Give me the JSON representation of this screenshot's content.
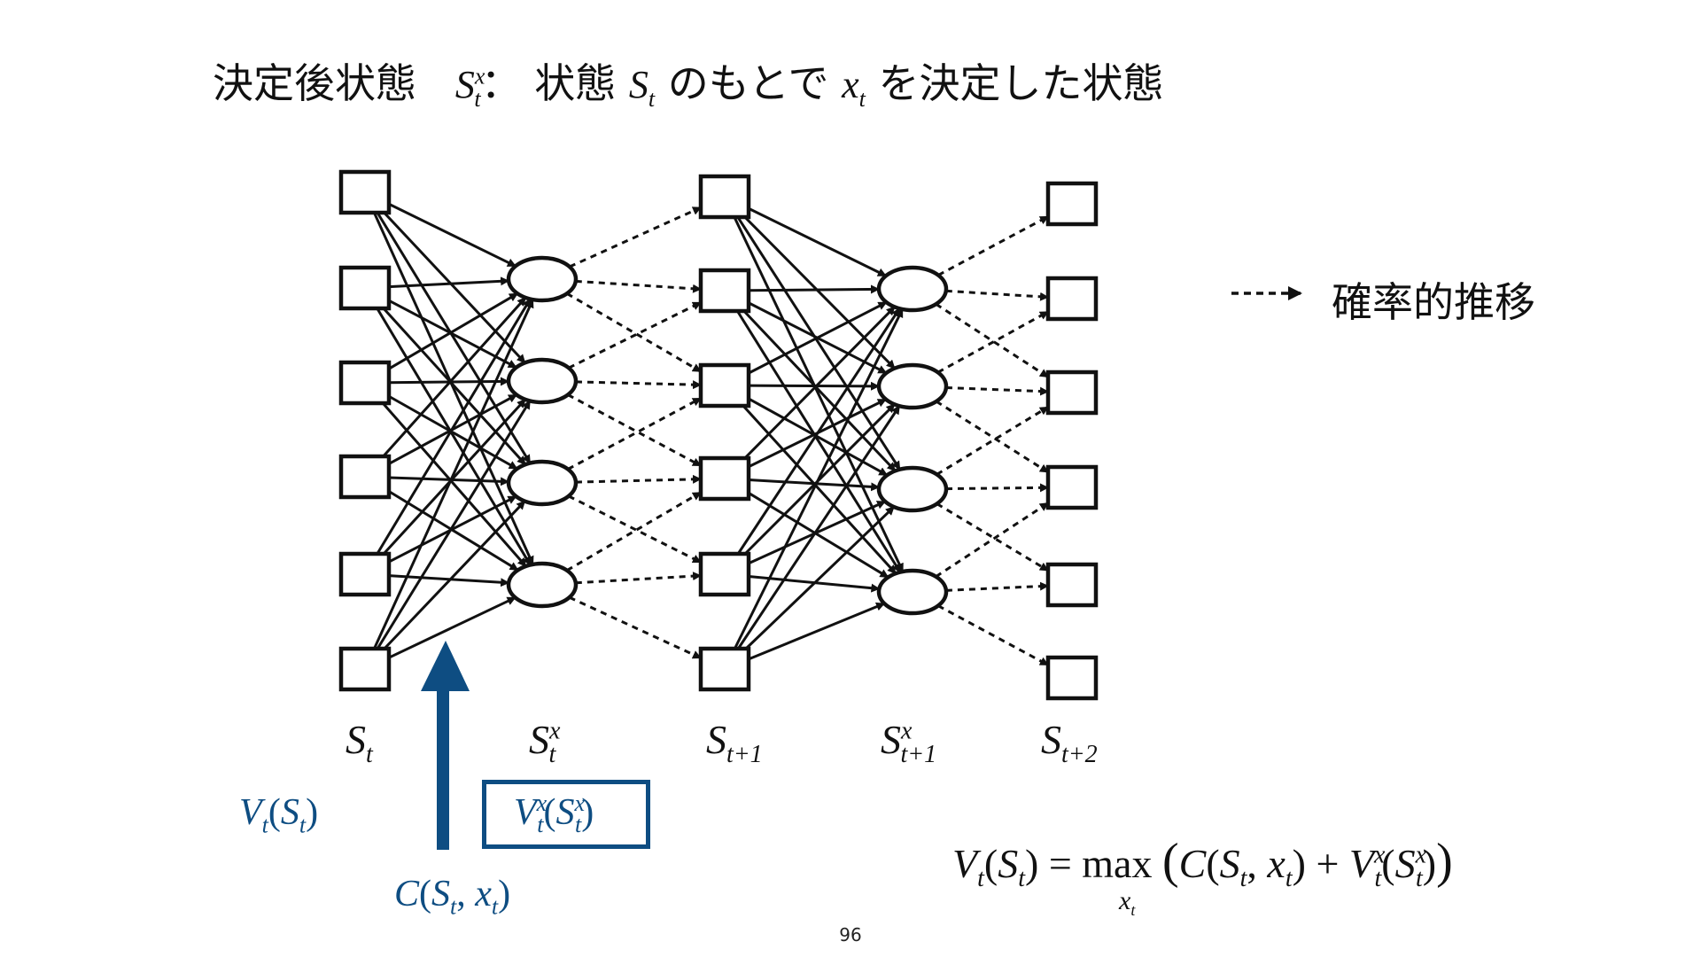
{
  "title": {
    "prefix": "決定後状態",
    "def_sep": "：",
    "mid1": "状態",
    "mid2": "のもとで",
    "suffix": "を決定した状態",
    "var_S": "S",
    "var_x": "x",
    "sub_t": "t",
    "sup_x": "x"
  },
  "columns": {
    "s_t": {
      "base": "S",
      "sub": "t",
      "sup": ""
    },
    "s_t_x": {
      "base": "S",
      "sub": "t",
      "sup": "x"
    },
    "s_t1": {
      "base": "S",
      "sub": "t+1",
      "sup": ""
    },
    "s_t1_x": {
      "base": "S",
      "sub": "t+1",
      "sup": "x"
    },
    "s_t2": {
      "base": "S",
      "sub": "t+2",
      "sup": ""
    }
  },
  "legend": {
    "label": "確率的推移"
  },
  "annotations": {
    "value_pre": {
      "V": "V",
      "sub": "t",
      "open": "(",
      "S": "S",
      "S_sub": "t",
      "close": ")"
    },
    "value_post": {
      "V": "V",
      "sub": "t",
      "sup": "x",
      "open": "(",
      "S": "S",
      "S_sub": "t",
      "S_sup": "x",
      "close": ")"
    },
    "cost": {
      "C": "C",
      "open": "(",
      "S": "S",
      "S_sub": "t",
      "comma": ", ",
      "x": "x",
      "x_sub": "t",
      "close": ")"
    }
  },
  "equation": {
    "lhs_V": "V",
    "lhs_sub": "t",
    "lhs_open": "(",
    "lhs_S": "S",
    "lhs_S_sub": "t",
    "lhs_close": ")",
    "eq": " = max ",
    "big_open": "(",
    "C": "C",
    "C_open": "(",
    "C_S": "S",
    "C_S_sub": "t",
    "C_comma": ", ",
    "C_x": "x",
    "C_x_sub": "t",
    "C_close": ")",
    "plus": " + ",
    "V": "V",
    "V_sub": "t",
    "V_sup": "x",
    "V_open": "(",
    "V_S": "S",
    "V_S_sub": "t",
    "V_S_sup": "x",
    "V_close": ")",
    "big_close": ")",
    "max_under": "x",
    "max_under_sub": "t"
  },
  "colors": {
    "blue": "#0e4d82",
    "ink": "#111111"
  },
  "page_number": "96"
}
